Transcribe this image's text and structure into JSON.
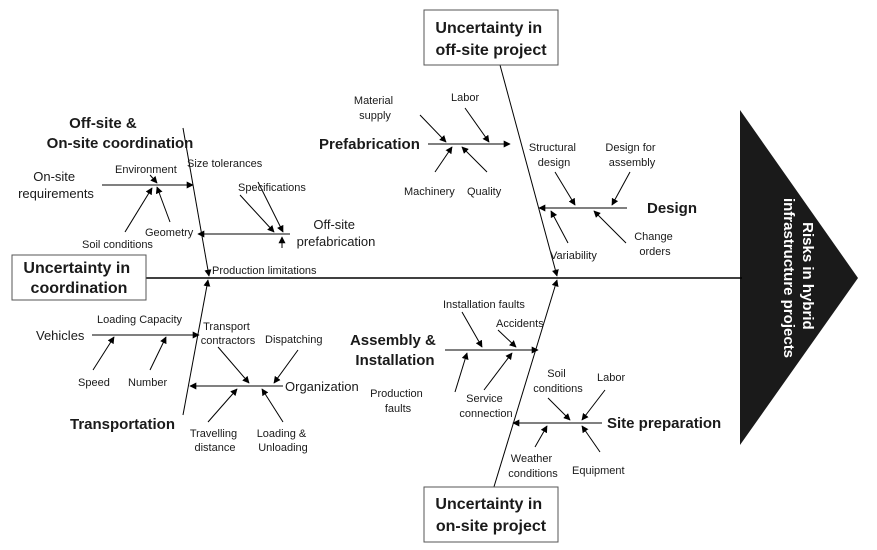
{
  "head": {
    "lines": [
      "Risks in hybrid",
      "infrastructure projects"
    ],
    "fill_color": "#1a1a1a",
    "text_color": "#ffffff"
  },
  "boxes": {
    "offsite_project": [
      "Uncertainty in",
      "off-site project"
    ],
    "onsite_project": [
      "Uncertainty in",
      "on-site project"
    ],
    "coordination": [
      "Uncertainty in",
      "coordination"
    ]
  },
  "categories": {
    "offsite_onsite_coordination": [
      "Off-site &",
      "On-site coordination"
    ],
    "transportation": "Transportation",
    "prefabrication": "Prefabrication",
    "design": "Design",
    "assembly_installation": [
      "Assembly &",
      "Installation"
    ],
    "site_preparation": "Site preparation"
  },
  "subcategories": {
    "onsite_requirements": [
      "On-site",
      "requirements"
    ],
    "offsite_prefabrication": [
      "Off-site",
      "prefabrication"
    ],
    "vehicles": "Vehicles",
    "organization": "Organization"
  },
  "causes": {
    "environment": "Environment",
    "size_tolerances": "Size tolerances",
    "specifications": "Specifications",
    "geometry": "Geometry",
    "soil_conditions_left": "Soil conditions",
    "production_limitations": "Production limitations",
    "loading_capacity": "Loading Capacity",
    "transport_contractors": [
      "Transport",
      "contractors"
    ],
    "dispatching": "Dispatching",
    "speed": "Speed",
    "number": "Number",
    "travelling_distance": [
      "Travelling",
      "distance"
    ],
    "loading_unloading": [
      "Loading &",
      "Unloading"
    ],
    "material_supply": [
      "Material",
      "supply"
    ],
    "labor_top": "Labor",
    "machinery": "Machinery",
    "quality": "Quality",
    "structural_design": [
      "Structural",
      "design"
    ],
    "design_for_assembly": [
      "Design for",
      "assembly"
    ],
    "variability": "Variability",
    "change_orders": [
      "Change",
      "orders"
    ],
    "installation_faults": "Installation faults",
    "accidents": "Accidents",
    "production_faults": [
      "Production",
      "faults"
    ],
    "service_connection": [
      "Service",
      "connection"
    ],
    "soil_conditions_right": [
      "Soil",
      "conditions"
    ],
    "labor_bottom": "Labor",
    "weather_conditions": [
      "Weather",
      "conditions"
    ],
    "equipment": "Equipment"
  }
}
